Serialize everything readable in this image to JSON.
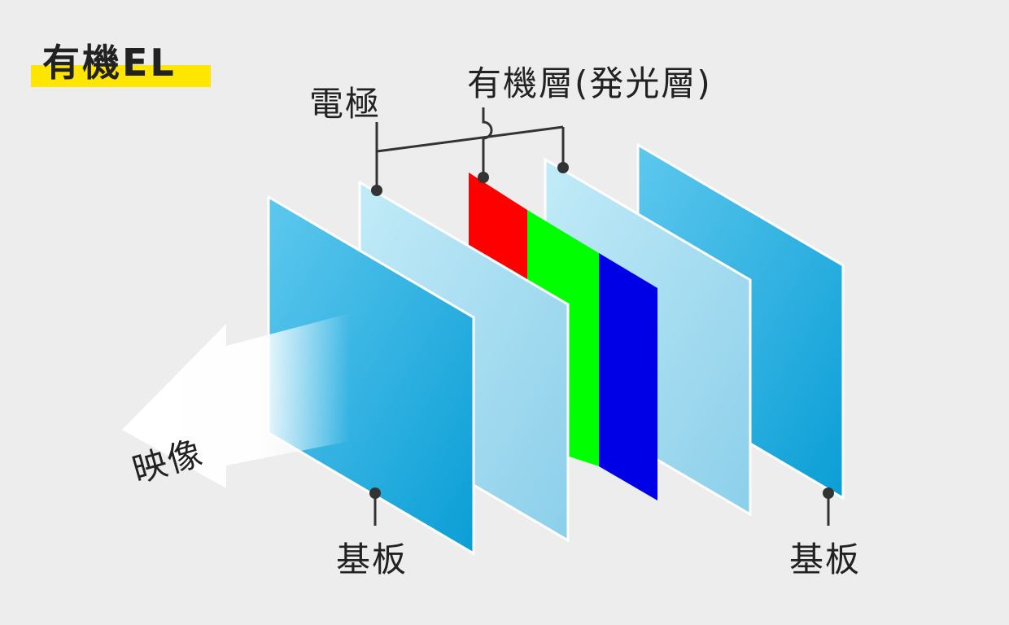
{
  "title": "有機EL",
  "labels": {
    "electrode": "電極",
    "organic_layer": "有機層(発光層)",
    "substrate_front": "基板",
    "substrate_back": "基板",
    "image": "映像"
  },
  "colors": {
    "background": "#ededed",
    "title_highlight": "#ffe600",
    "substrate": "#1aa3dc",
    "electrode": "#b3e3f3",
    "emitter_red": "#ff0000",
    "emitter_green": "#00ff00",
    "emitter_blue": "#0000e6",
    "leader_line": "#333333"
  }
}
